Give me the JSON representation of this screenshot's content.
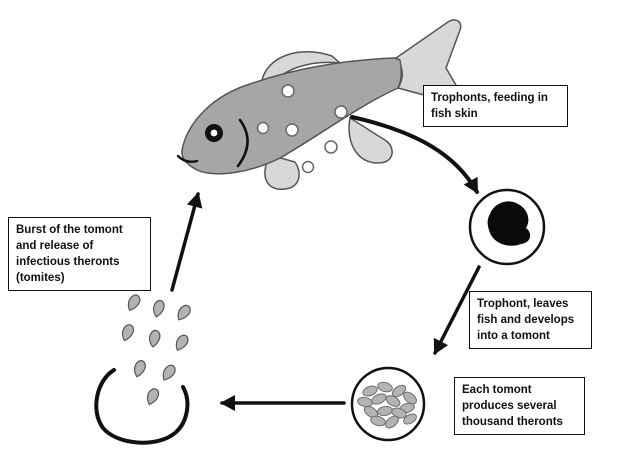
{
  "diagram": {
    "subject": "parasite-life-cycle",
    "labels": {
      "trophonts_feeding": "Trophonts, feeding in fish skin",
      "trophont_leaves": "Trophont, leaves fish and develops into a tomont",
      "tomont_produces": "Each tomont produces several thousand theronts",
      "burst": "Burst of the tomont and release of infectious theronts (tomites)"
    },
    "icons": [
      "fish-icon",
      "trophont-blob-icon",
      "tomont-cluster-icon",
      "theront-droplet-icon",
      "burst-curve-icon",
      "arrow-icon"
    ],
    "colors": {
      "fish_body": "#a6a6a6",
      "fish_fin": "#d8d8d8",
      "spot_fill": "#ffffff",
      "theront_fill": "#b3b3b3",
      "outline": "#111111",
      "background": "#ffffff"
    }
  }
}
